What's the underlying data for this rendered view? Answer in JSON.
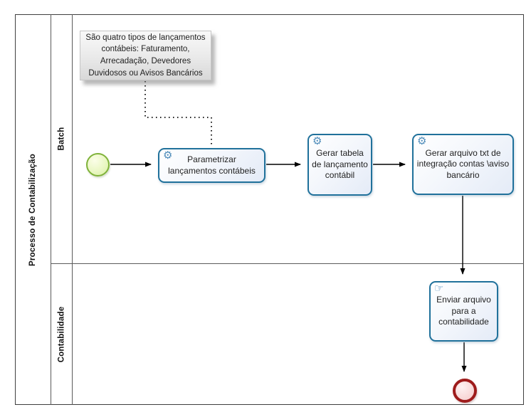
{
  "diagram": {
    "pool_label": "Processo de Contabilização",
    "lanes": [
      {
        "label": "Batch"
      },
      {
        "label": "Contabilidade"
      }
    ]
  },
  "annotation": {
    "text": "São quatro tipos de lançamentos\ncontábeis: Faturamento,\nArrecadação, Devedores\nDuvidosos ou Avisos Bancários"
  },
  "tasks": [
    {
      "id": "parametrizar",
      "label": "Parametrizar\nlançamentos contábeis",
      "icon": "gear",
      "type": "service-task",
      "lane": "Batch"
    },
    {
      "id": "gerar-tabela",
      "label": "Gerar tabela\nde lançamento\ncontábil",
      "icon": "gear",
      "type": "service-task",
      "lane": "Batch"
    },
    {
      "id": "gerar-arquivo",
      "label": "Gerar arquivo txt de\nintegração contas \\aviso\nbancário",
      "icon": "gear",
      "type": "service-task",
      "lane": "Batch"
    },
    {
      "id": "enviar-arquivo",
      "label": "Enviar arquivo\npara a\ncontabilidade",
      "icon": "hand",
      "type": "manual-task",
      "lane": "Contabilidade"
    }
  ],
  "events": [
    {
      "id": "start",
      "type": "start-event",
      "lane": "Batch"
    },
    {
      "id": "end",
      "type": "end-event",
      "lane": "Contabilidade"
    }
  ],
  "icons": {
    "gear": "⚙",
    "hand": "☞"
  },
  "colors": {
    "task_border": "#20719b",
    "task_icon": "#4e8cba",
    "start_border": "#7fb239",
    "start_fill": "#d9f0a2",
    "end_border": "#9e1c1c",
    "end_fill": "#f6caca",
    "connector": "#000000"
  }
}
